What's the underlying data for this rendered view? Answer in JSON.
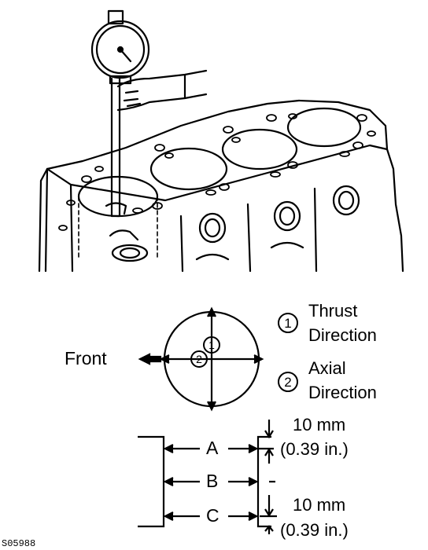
{
  "legend": {
    "item1": {
      "marker": "1",
      "line1": "Thrust",
      "line2": "Direction"
    },
    "item2": {
      "marker": "2",
      "line1": "Axial",
      "line2": "Direction"
    }
  },
  "bore_view": {
    "front_label": "Front",
    "marker1": "1",
    "marker2": "2"
  },
  "positions": {
    "a": "A",
    "b": "B",
    "c": "C",
    "top_distance": {
      "metric": "10 mm",
      "imperial": "(0.39 in.)"
    },
    "bottom_distance": {
      "metric": "10 mm",
      "imperial": "(0.39 in.)"
    }
  },
  "figure_code": "S05988"
}
